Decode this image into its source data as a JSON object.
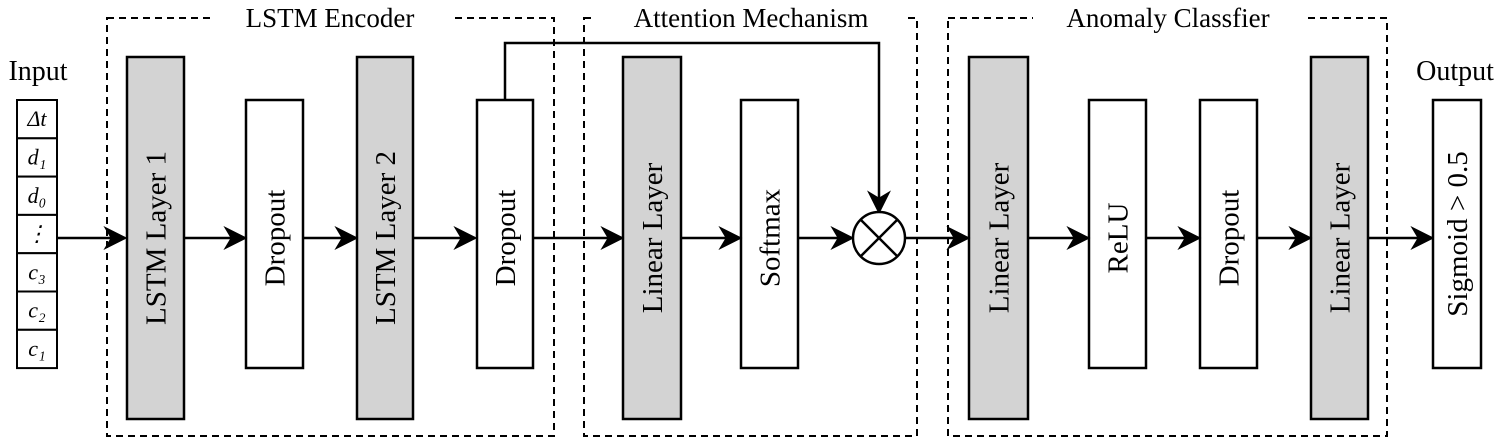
{
  "colors": {
    "filled": "#d3d3d3",
    "empty": "#ffffff",
    "line": "#000000"
  },
  "groups": {
    "encoder": "LSTM Encoder",
    "attention": "Attention Mechanism",
    "classifier": "Anomaly Classfier"
  },
  "input": {
    "title": "Input",
    "cells": [
      "Δt",
      "d₁",
      "d₀",
      "⋮",
      "c₃",
      "c₂",
      "c₁"
    ]
  },
  "output": {
    "title": "Output",
    "label": "Sigmoid > 0.5"
  },
  "layers": {
    "lstm1": "LSTM Layer 1",
    "dropout1": "Dropout",
    "lstm2": "LSTM Layer 2",
    "dropout2": "Dropout",
    "attn_linear": "Linear Layer",
    "softmax": "Softmax",
    "cls_linear1": "Linear Layer",
    "relu": "ReLU",
    "cls_dropout": "Dropout",
    "cls_linear2": "Linear Layer"
  },
  "operator": {
    "symbol": "multiply-icon"
  }
}
